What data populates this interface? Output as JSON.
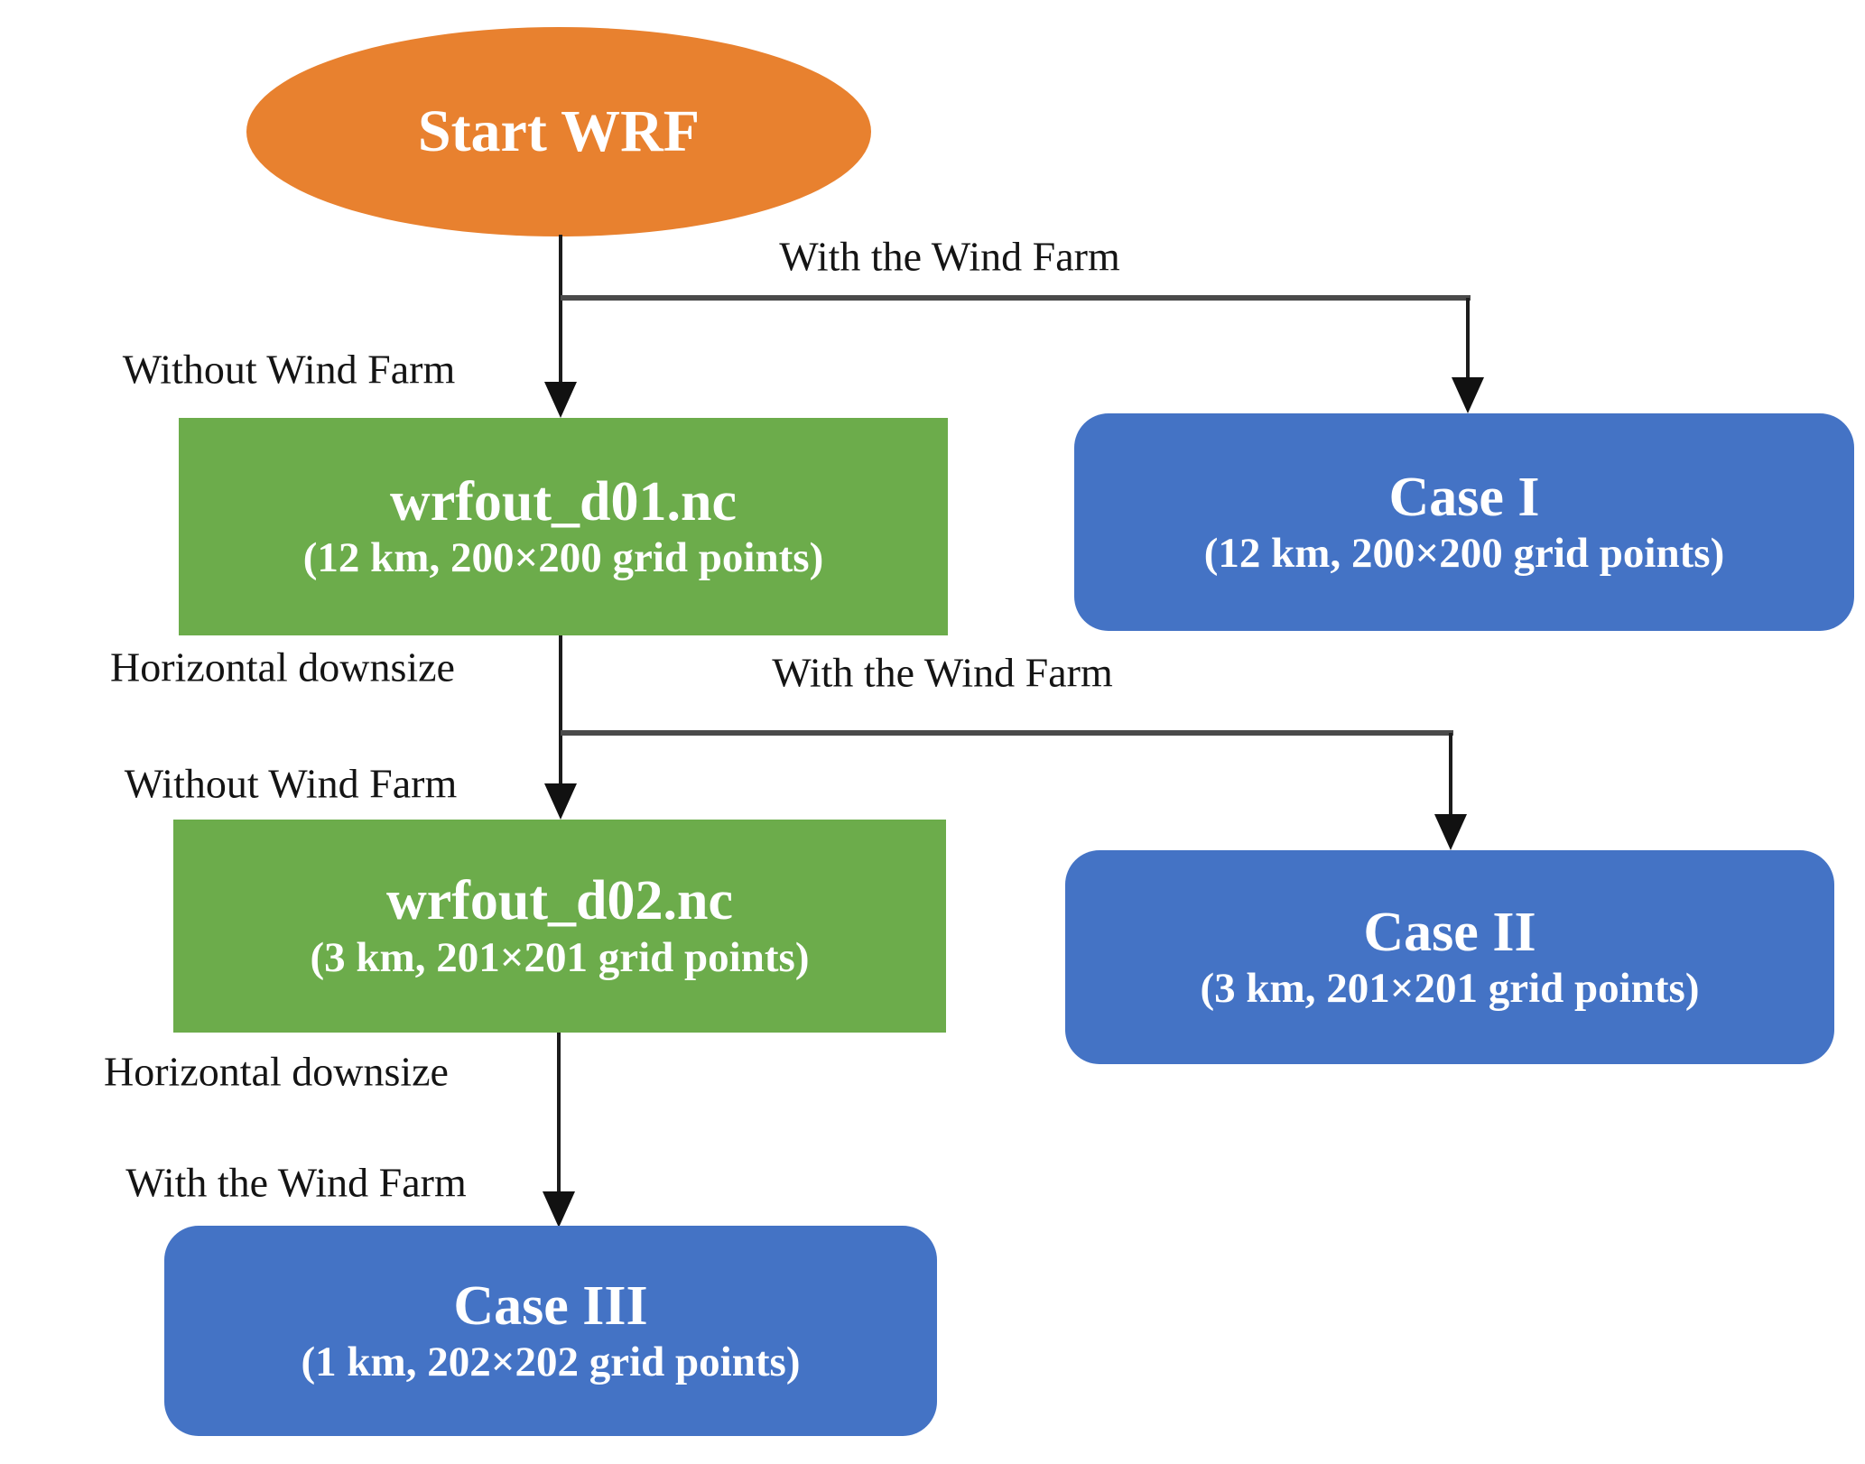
{
  "diagram": {
    "start": {
      "label": "Start WRF"
    },
    "boxes": {
      "wrfout_d01": {
        "title": "wrfout_d01.nc",
        "subtitle": "(12 km, 200×200 grid points)"
      },
      "case1": {
        "title": "Case I",
        "subtitle": "(12 km, 200×200 grid points)"
      },
      "wrfout_d02": {
        "title": "wrfout_d02.nc",
        "subtitle": "(3 km, 201×201 grid points)"
      },
      "case2": {
        "title": "Case II",
        "subtitle": "(3 km, 201×201 grid points)"
      },
      "case3": {
        "title": "Case III",
        "subtitle": "(1 km, 202×202 grid points)"
      }
    },
    "edge_labels": {
      "with_wind_farm_1": "With the Wind Farm",
      "without_wind_farm_1": "Without Wind Farm",
      "horizontal_downsize_1": "Horizontal downsize",
      "with_wind_farm_2": "With the Wind Farm",
      "without_wind_farm_2": "Without Wind Farm",
      "horizontal_downsize_2": "Horizontal downsize",
      "with_wind_farm_3": "With the Wind Farm"
    },
    "colors": {
      "start_fill": "#E8812F",
      "output_fill": "#6CAC4B",
      "case_fill": "#4473C5",
      "connector": "#1c1c1c",
      "branch_connector": "#4a4a4a",
      "shape_text": "#FFFFFF",
      "label_text": "#141414"
    }
  }
}
